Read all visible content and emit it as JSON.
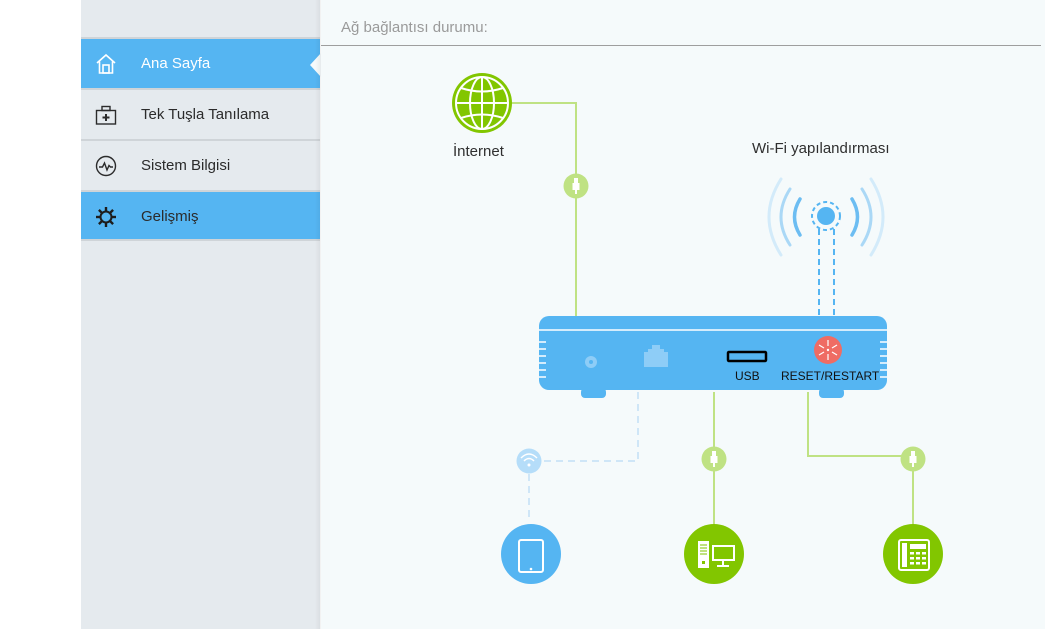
{
  "sidebar": {
    "items": [
      {
        "label": "Ana Sayfa",
        "icon": "home-icon",
        "active": true
      },
      {
        "label": "Tek Tuşla Tanılama",
        "icon": "first-aid-kit-icon",
        "active": false
      },
      {
        "label": "Sistem Bilgisi",
        "icon": "pulse-icon",
        "active": false
      },
      {
        "label": "Gelişmiş",
        "icon": "gear-icon",
        "active": true
      }
    ]
  },
  "main": {
    "title": "Ağ bağlantısı durumu:",
    "diagram": {
      "internet_label": "İnternet",
      "wifi_label": "Wi-Fi yapılandırması",
      "usb_label": "USB",
      "reset_label": "RESET/RESTART",
      "devices": [
        "tablet-icon",
        "computer-icon",
        "telephone-icon"
      ]
    }
  },
  "colors": {
    "accent_blue": "#55b5f2",
    "accent_green": "#82c600",
    "line_green": "#bfe283",
    "reset_red": "#ef6c64"
  }
}
